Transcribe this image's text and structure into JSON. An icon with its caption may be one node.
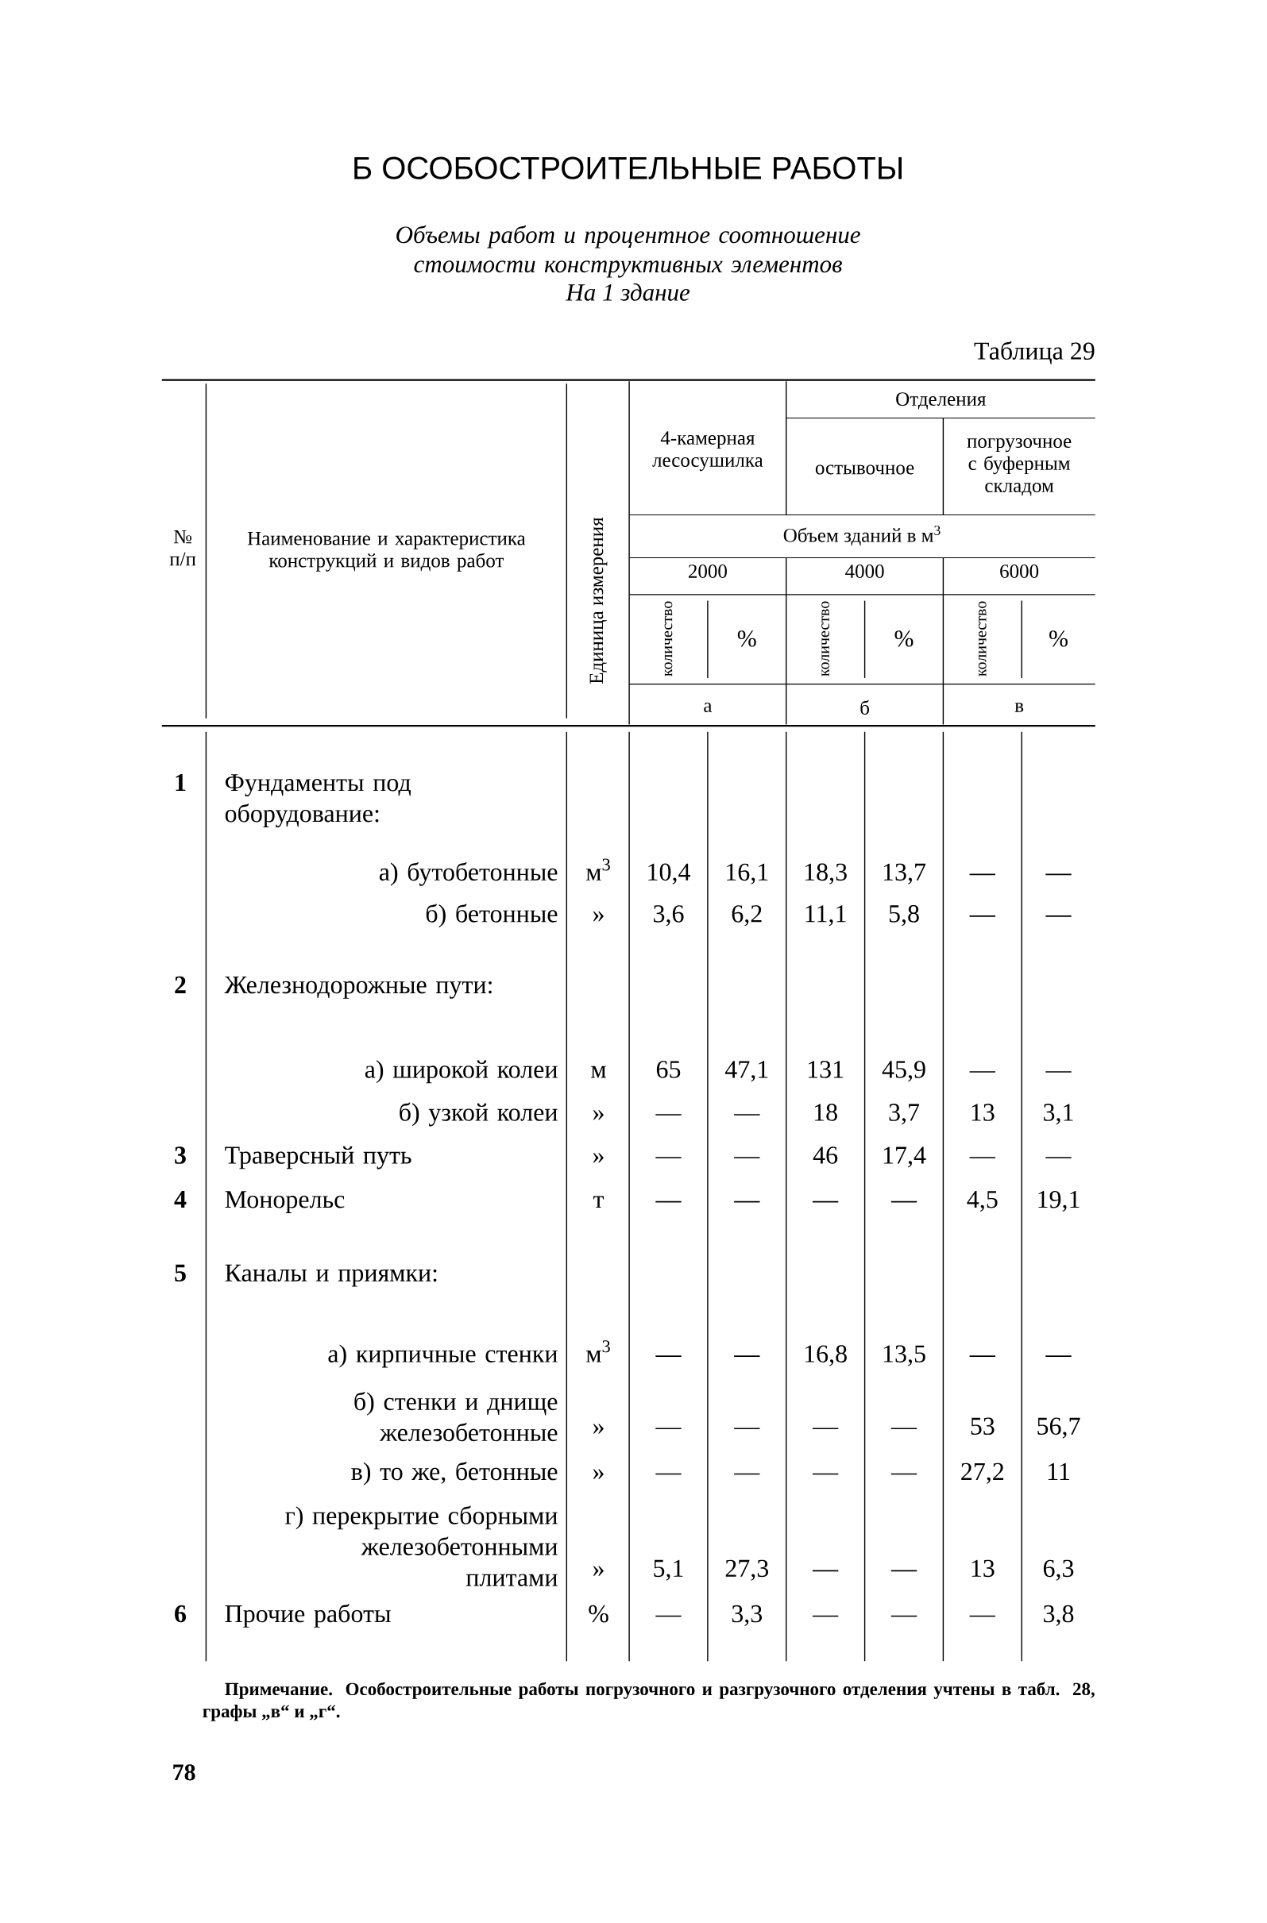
{
  "diagram": {
    "title": "Б ОСОБОСТРОИТЕЛЬНЫЕ РАБОТЫ",
    "caption": "Примечание. Особостроительные работы погрузочного и разгрузочного отделения учтены в табл. 28, графы „в“ и „г“.",
    "labels": [
      "Объемы работ и процентное соотношение стоимости конструктивных элементов",
      "На 1 здание",
      "Таблица 29",
      "№ п/п",
      "Наименование и характеристика конструкций и видов работ",
      "Единица измерения",
      "4-камерная лесосушилка",
      "Отделения",
      "остывочное",
      "погрузочное с буферным складом",
      "Объем зданий в м$^{3}$",
      "2000",
      "4000",
      "6000",
      "количество",
      "%",
      "количество",
      "%",
      "количество",
      "%",
      "а",
      "б",
      "в",
      "1",
      "Фундаменты под оборудование:",
      "а) бутобетонные",
      "м$^{3}$",
      "10,4",
      "16,1",
      "18,3",
      "13,7",
      "—",
      "—",
      "б) бетонные",
      "»",
      "3,6",
      "6,2",
      "11,1",
      "5,8",
      "—",
      "—",
      "2",
      "Железнодорожные пути:",
      "а) широкой колеи",
      "м",
      "65",
      "47,1",
      "131",
      "45,9",
      "—",
      "—",
      "б) узкой колеи",
      "»",
      "—",
      "—",
      "18",
      "3,7",
      "13",
      "3,1",
      "3",
      "Траверсный путь",
      "»",
      "—",
      "—",
      "46",
      "17,4",
      "—",
      "—",
      "4",
      "Монорельс",
      "т",
      "—",
      "—",
      "—",
      "—",
      "4,5",
      "19,1",
      "5",
      "Каналы и приямки:",
      "а) кирпичные стенки",
      "м$^{3}$",
      "—",
      "—",
      "16,8",
      "13,5",
      "—",
      "—",
      "б) стенки и днище железобетонные",
      "»",
      "—",
      "—",
      "—",
      "—",
      "53",
      "56,7",
      "в) то же, бетонные",
      "»",
      "—",
      "—",
      "—",
      "—",
      "27,2",
      "11",
      "г) перекрытие сборными железобетонными плитами",
      "»",
      "5,1",
      "27,3",
      "—",
      "—",
      "13",
      "6,3",
      "6",
      "Прочие работы",
      "%",
      "—",
      "3,3",
      "—",
      "—",
      "—",
      "3,8",
      "78"
    ]
  }
}
